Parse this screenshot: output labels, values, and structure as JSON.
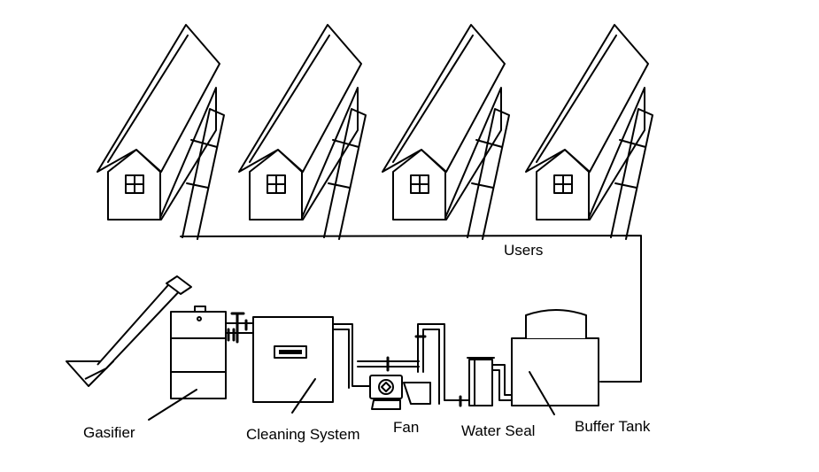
{
  "labels": {
    "users": "Users",
    "gasifier": "Gasifier",
    "cleaning_system": "Cleaning System",
    "fan": "Fan",
    "water_seal": "Water Seal",
    "buffer_tank": "Buffer Tank"
  },
  "icons": {
    "house": "house-icon",
    "fan": "fan-icon",
    "valve": "valve-icon"
  },
  "colors": {
    "line": "#000000",
    "background": "#ffffff"
  }
}
